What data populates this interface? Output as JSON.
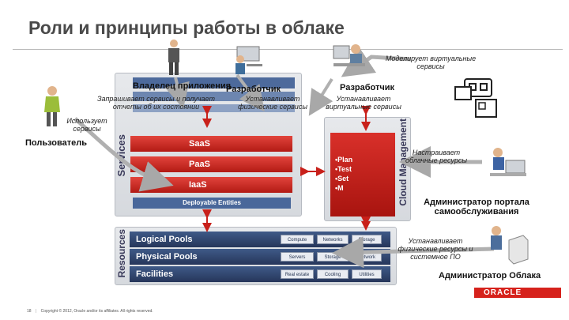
{
  "title": "Роли и принципы работы в облаке",
  "roles": {
    "app_owner": "Владелец приложения",
    "developer1": "Разработчик",
    "developer2": "Разработчик",
    "user": "Пользователь",
    "portal_admin": "Администратор портала самообслуживания",
    "cloud_admin": "Администратор Облака"
  },
  "notes": {
    "model_vs": "Моделирует виртуальные сервисы",
    "request_services": "Запрашивает сервисы и получает отчеты об их состоянии",
    "install_physical": "Устанавливает физические сервисы",
    "install_virtual": "Устанавливает виртуальные сервисы",
    "uses_services": "Использует сервисы",
    "configures_resources": "Настраивает облачные ресурсы",
    "install_resources": "Устанавливает физические ресурсы и системное ПО"
  },
  "diagram": {
    "services_label": "Services",
    "resources_label": "Resources",
    "cloud_mgmt_label": "Cloud Management",
    "service_tiers": [
      "SaaS",
      "PaaS",
      "IaaS"
    ],
    "deployable": "Deployable Entities",
    "pools": [
      "Logical Pools",
      "Physical Pools",
      "Facilities"
    ],
    "logical_chips": [
      "Compute",
      "Networks",
      "Storage"
    ],
    "physical_chips": [
      "Servers",
      "Storage",
      "Network"
    ],
    "facility_chips": [
      "Real estate",
      "Cooling",
      "Utilities"
    ],
    "cm_items": [
      "•Plan",
      "•Test",
      "•Set",
      "•M"
    ]
  },
  "footer": {
    "page": "18",
    "copyright": "Copyright © 2012, Oracle and/or its affiliates. All rights reserved.",
    "brand": "ORACLE"
  },
  "colors": {
    "accent_red": "#c8201a",
    "navy": "#26365a",
    "arrow_gray": "#9a9a9a"
  }
}
